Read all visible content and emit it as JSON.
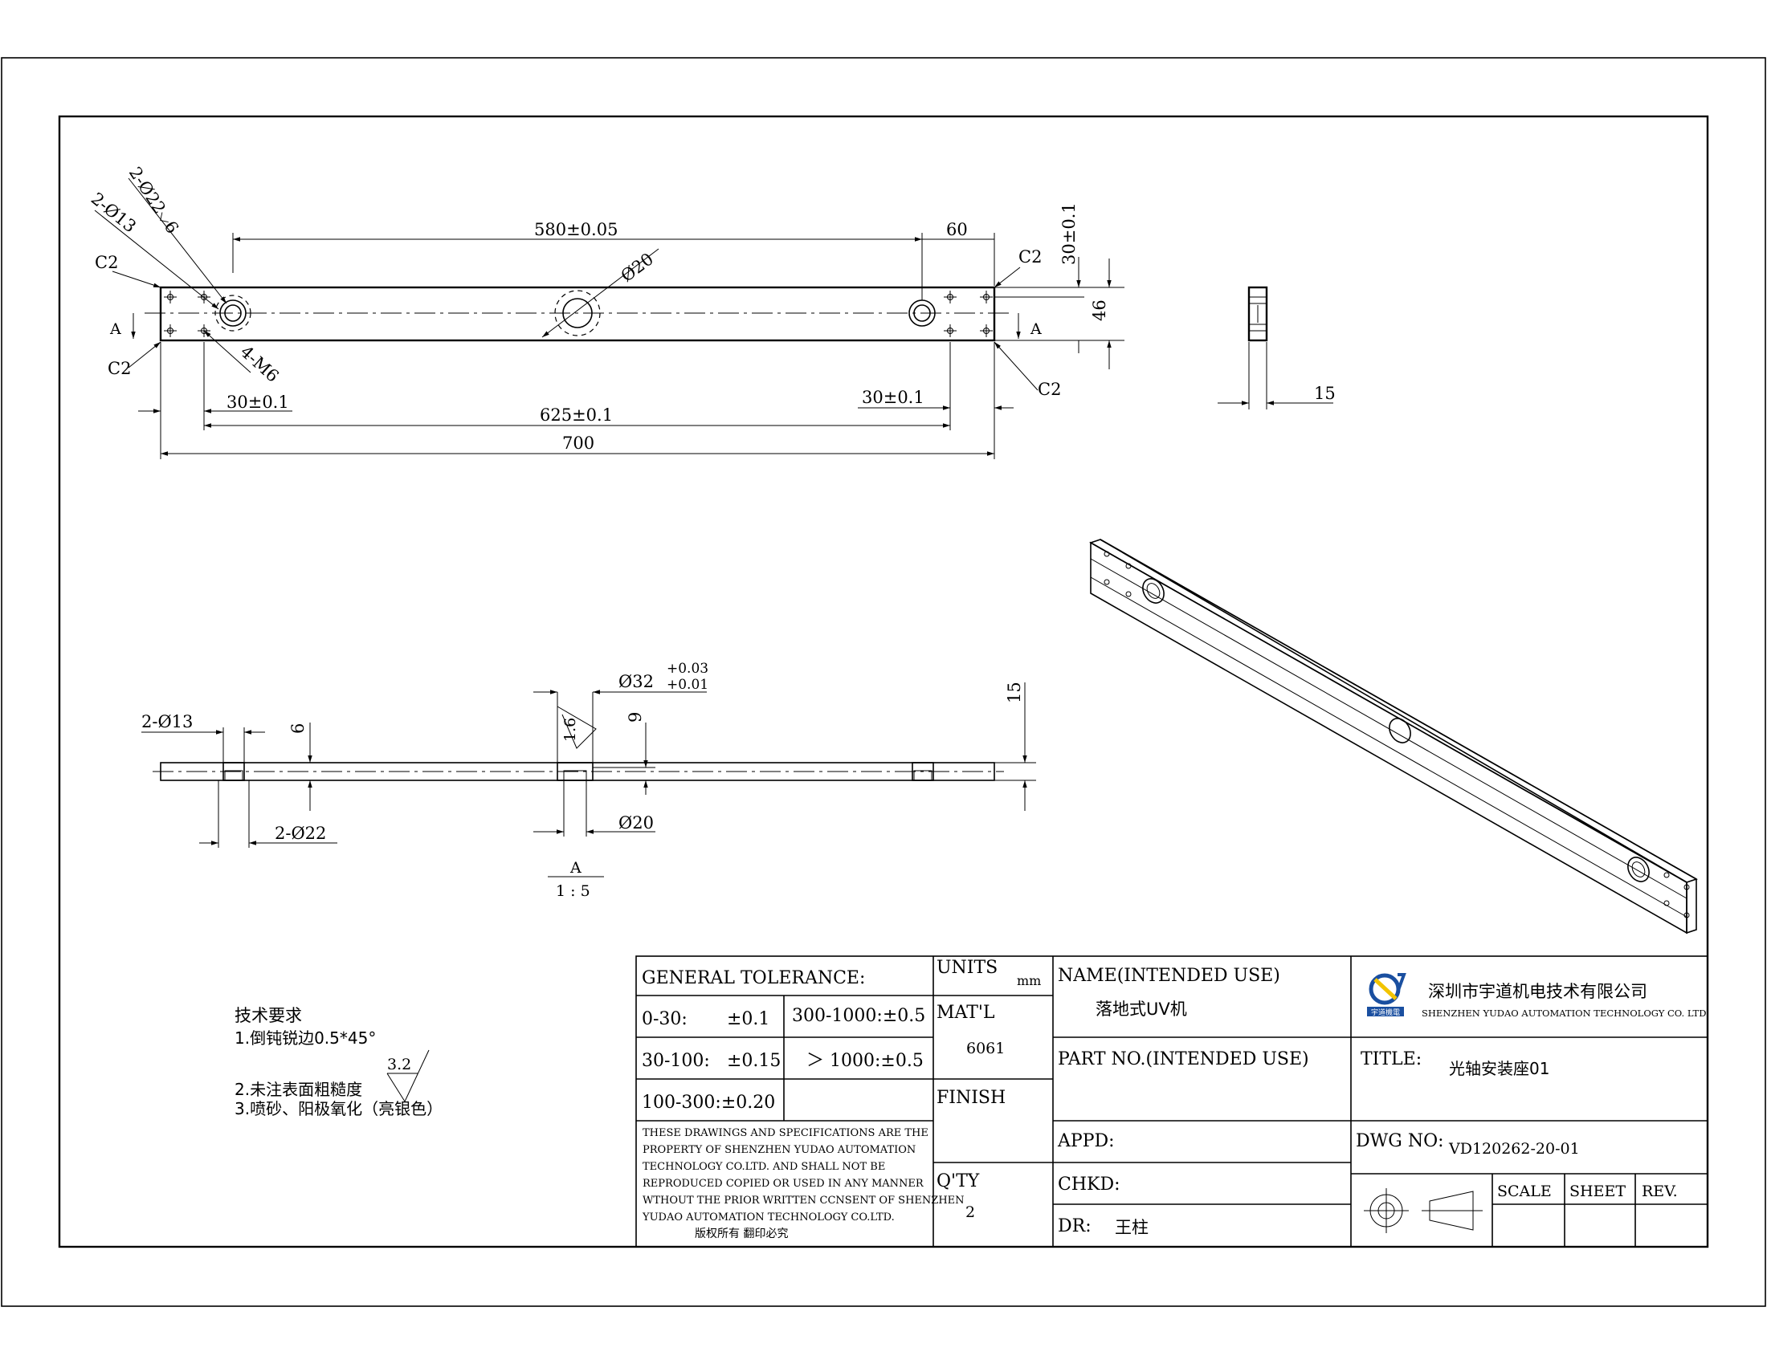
{
  "drawing": {
    "top_view": {
      "dim_580": "580±0.05",
      "dim_60": "60",
      "dim_30_top": "30±0.1",
      "dim_46": "46",
      "dim_phi20": "Ø20",
      "label_2phi22": "2-Ø22⌵6",
      "label_2phi13": "2-Ø13",
      "chamfer_tl": "C2",
      "chamfer_bl": "C2",
      "chamfer_tr": "C2",
      "chamfer_br": "C2",
      "label_4m6": "4-M6",
      "section_a_left": "A",
      "section_a_right": "A",
      "dim_30_left": "30±0.1",
      "dim_30_right": "30±0.1",
      "dim_625": "625±0.1",
      "dim_700": "700"
    },
    "side_view": {
      "dim_15": "15"
    },
    "section_view": {
      "dim_phi32": "Ø32",
      "tol_upper": "+0.03",
      "tol_lower": "+0.01",
      "dim_2phi13": "2-Ø13",
      "dim_6": "6",
      "roughness_16": "1.6",
      "dim_9": "9",
      "dim_15": "15",
      "dim_2phi22": "2-Ø22",
      "dim_phi20": "Ø20",
      "section_label": "A",
      "scale": "1 : 5"
    },
    "notes": {
      "heading": "技术要求",
      "line1": "1.倒钝锐边0.5*45°",
      "roughness": "3.2",
      "line2": "2.未注表面粗糙度",
      "line3": "3.喷砂、阳极氧化（亮银色）"
    },
    "title_block": {
      "general_tolerance": "GENERAL TOLERANCE:",
      "tol_0_30_range": "0-30:",
      "tol_0_30_value": "±0.1",
      "tol_300_1000": "300-1000:±0.5",
      "tol_30_100_range": "30-100:",
      "tol_30_100_value": "±0.15",
      "tol_gt_1000": "＞ 1000:±0.5",
      "tol_100_300": "100-300:±0.20",
      "copyright_lines": [
        "THESE DRAWINGS AND SPECIFICATIONS ARE THE",
        "PROPERTY OF SHENZHEN YUDAO AUTOMATION",
        "TECHNOLOGY CO.LTD.  AND SHALL NOT BE",
        "REPRODUCED COPIED OR USED IN ANY MANNER",
        "WTHOUT THE PRIOR WRITTEN CCNSENT OF SHENZHEN",
        "YUDAO AUTOMATION TECHNOLOGY CO.LTD."
      ],
      "copyright_cn": "版权所有  翻印必究",
      "units_label": "UNITS",
      "units_value": "mm",
      "material_label": "MAT'L",
      "material_value": "6061",
      "finish_label": "FINISH",
      "qty_label": "Q'TY",
      "qty_value": "2",
      "name_label": "NAME(INTENDED USE)",
      "name_value": "落地式UV机",
      "part_no_label": "PART NO.(INTENDED USE)",
      "appd_label": "APPD:",
      "chkd_label": "CHKD:",
      "dr_label": "DR:",
      "dr_value": "王柱",
      "company_cn": "深圳市宇道机电技术有限公司",
      "company_en": "SHENZHEN YUDAO AUTOMATION TECHNOLOGY CO. LTD",
      "logo_text": "宇道機電",
      "title_label": "TITLE:",
      "title_value": "光轴安装座01",
      "dwg_label": "DWG NO:",
      "dwg_value": "VD120262-20-01",
      "scale_label": "SCALE",
      "sheet_label": "SHEET",
      "rev_label": "REV."
    },
    "colors": {
      "ink": "#000000",
      "logo_blue": "#1a4fa0",
      "logo_yellow": "#f2c400",
      "paper": "#ffffff"
    }
  }
}
